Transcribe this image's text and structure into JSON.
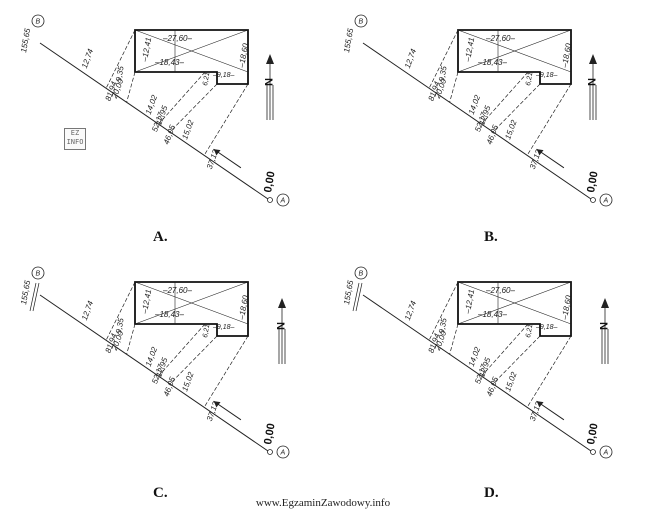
{
  "points": {
    "start": "A",
    "end": "B"
  },
  "zero_label": "0,00",
  "line_length": "155,65",
  "north_label": "N",
  "offsets": {
    "building_left_back": "12,41",
    "building_left_front": "9,35",
    "building_right": "18,60",
    "notch_depth": "6,21",
    "notch_width": "9,18",
    "building_width": "27,60",
    "inner_width": "18,43"
  },
  "chainages": {
    "c1": "12,74",
    "c2": "20,00",
    "c3": "81,94",
    "c4": "14,02",
    "c5": "12,95",
    "c6": "52,17",
    "c7": "46,05",
    "c8": "15,02",
    "c9": "37,12"
  },
  "options": [
    {
      "id": "A",
      "label": "A."
    },
    {
      "id": "B",
      "label": "B."
    },
    {
      "id": "C",
      "label": "C."
    },
    {
      "id": "D",
      "label": "D."
    }
  ],
  "watermark": "EZ INFO",
  "footer": "www.EgzaminZawodowy.info"
}
